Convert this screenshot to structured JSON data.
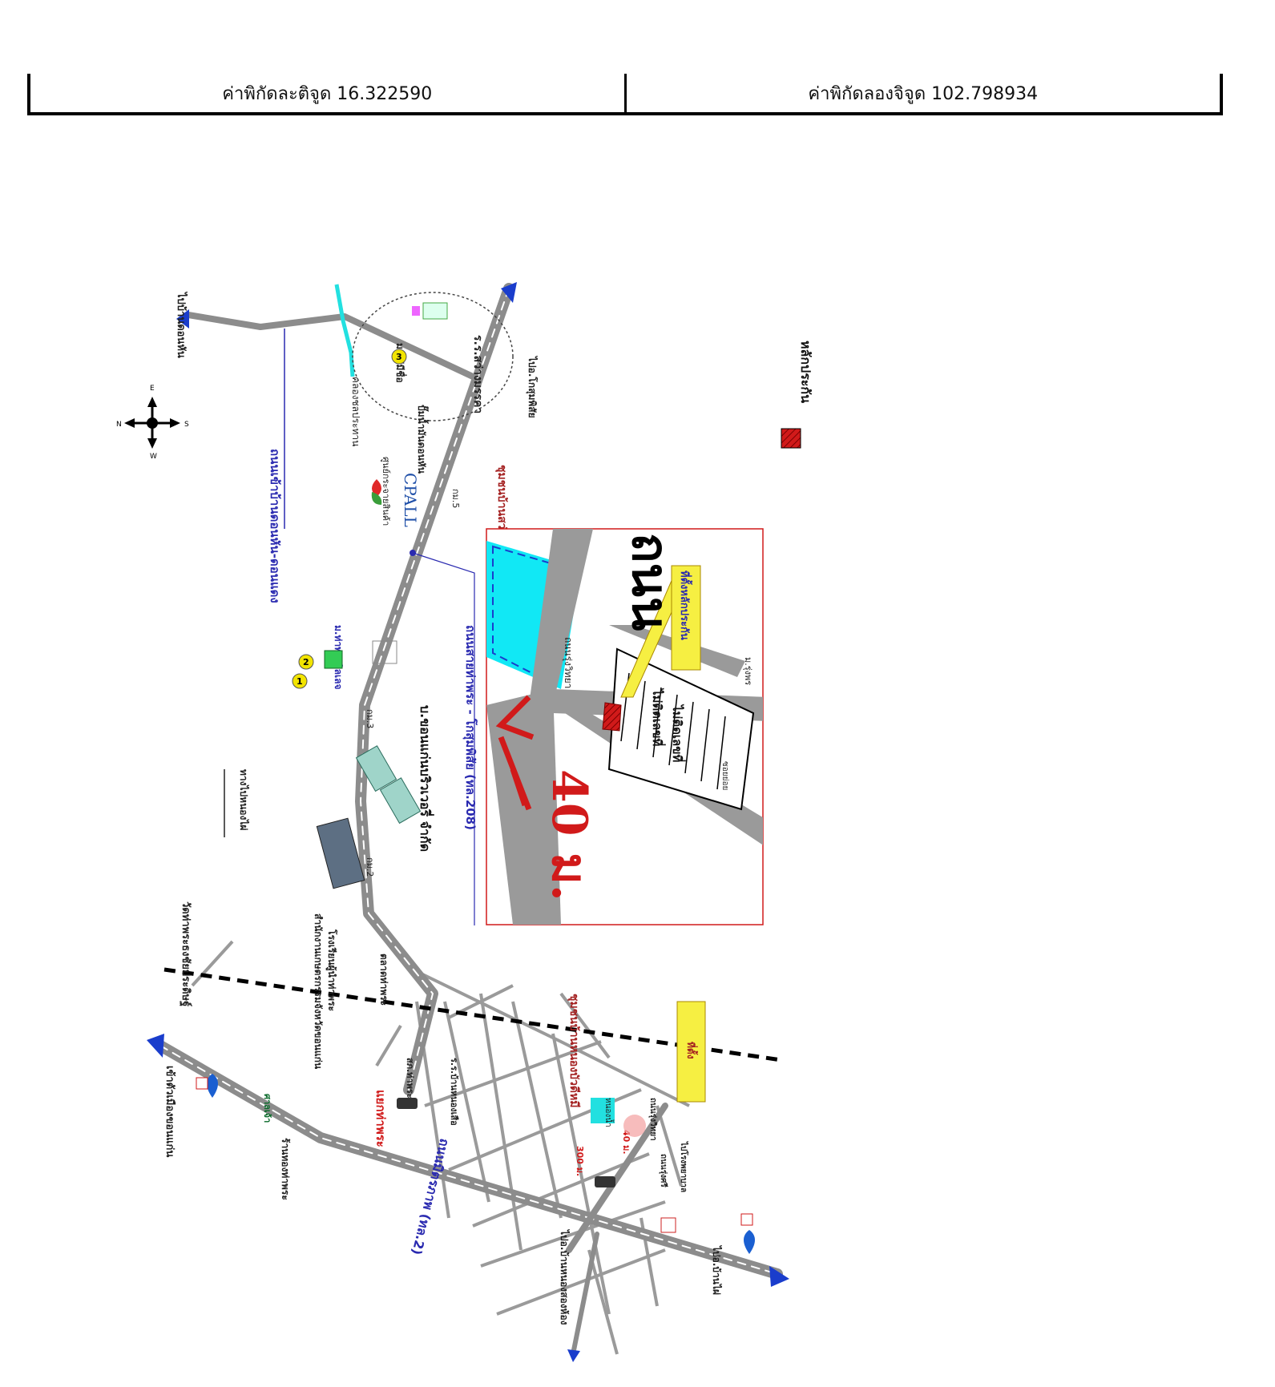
{
  "coords": {
    "latitude_label": "ค่าพิกัดละติจูด 16.322590",
    "longitude_label": "ค่าพิกัดลองจิจูด 102.798934"
  },
  "legend": {
    "label": "หลักประกัน",
    "color": "#d11a1a"
  },
  "compass": {
    "n": "N",
    "s": "S",
    "e": "E",
    "w": "W"
  },
  "labels": {
    "to_ban_don_han": "ไปบ้านดอนหัน",
    "road_don_han": "ถนนเข้าบ้านดอนหัน-ดอนแดง",
    "canal": "คลองชลประทาน",
    "school": "ร.ร.สว่างมรรคา",
    "village_mai_sue": "ม.ไม่มีชื่อ",
    "badge3": "3",
    "gas_station": "ปั๊มน้ำมันดอนหัน",
    "to_kosum": "ไปอ.โกสุมพิสัย",
    "community": "ชุมชนบ้านสว่างมรรคา",
    "cpall_center": "ศูนย์กระจายสินค้า",
    "cpall": "CPALL",
    "km5": "กม.5",
    "village_tha_phra": "ม.ท่าพระวิลเลจ",
    "badge1": "1",
    "badge2": "2",
    "km3": "กม.3",
    "road_208": "ถนนสายท่าพระ - โกสุมพิสัย (ทล.208)",
    "brewery": "บ.ขอนแก่นบริวเวอรี่ จำกัด",
    "to_nong_wai": "ทางไปหนองไผ่",
    "km2": "กม.2",
    "customs_office": "สำนักงานเกษตรกรรมจังหวัดขอนแก่น",
    "fire_school": "โรงเรียนผู้นำท่าพระ",
    "temple": "วัดท่าพระธงชัยประดิษฐ์",
    "to_khon_kaen": "เข้าตัวเมืองขอนแก่น",
    "shrine": "ศาลเจ้า",
    "gold_shop": "ร้านทองท่าพระ",
    "police": "สภ.ท่าพระ",
    "market": "ตลาดท่าพระ",
    "tha_phra_jn": "แยกท่าพระ",
    "school2": "ร.ร.บ้านหนองเสือ",
    "mittraphap": "ถนนมิตรภาพ (ทล.2)",
    "community2": "ชุมชนบ้านหนองบัวดีหมี",
    "dist_300": "300 ม.",
    "dist_40_small": "40 ม.",
    "pond_small": "หนองน้ำ",
    "road_rungwit": "ถนนรุ่งวิทยา",
    "road_rungsri": "ถนนรุ่งศรี",
    "to_hospital": "ไปโรงพยาบาล",
    "to_ban_phai": "ไปอ.บ้านไผ่",
    "to_nong_song_hong": "ไปอ.บ้านหนองสองห้อง",
    "callout": "ที่ตั้ง",
    "inset_road": "ถนนรุ่งวิทยา",
    "inset_no_number1": "ไม่ติดเลขที่",
    "inset_no_number2": "ไม่ติดเลขที่",
    "inset_callout": "ที่ตั้งหลักประกัน",
    "inset_big_road": "ถนน",
    "inset_dist": "40 ม.",
    "inset_village": "ม.รุ่งพร",
    "inset_lane": "ซอยย่อย"
  }
}
